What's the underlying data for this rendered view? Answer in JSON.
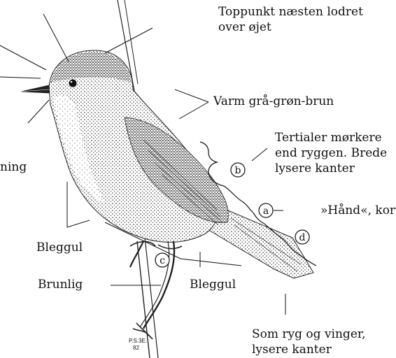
{
  "labels": {
    "top_line1": "Toppunkt næsten lodret",
    "top_line2": "over øjet",
    "warm": "Varm grå-grøn-brun",
    "tert1": "Tertialer mørkere",
    "tert2": "end ryggen. Brede",
    "tert3": "lysere kanter",
    "hand": "»Hånd«, kort",
    "left_cut": "ning",
    "bleggul1": "Bleggul",
    "brunlig": "Brunlig",
    "bleggul2": "Bleggul",
    "bottom1": "Som ryg og vinger,",
    "bottom2": "lysere kanter"
  },
  "badges": {
    "a": "a",
    "b": "b",
    "c": "c",
    "d": "d"
  },
  "signature": {
    "line1": "P.S.3E.",
    "line2": "82"
  }
}
